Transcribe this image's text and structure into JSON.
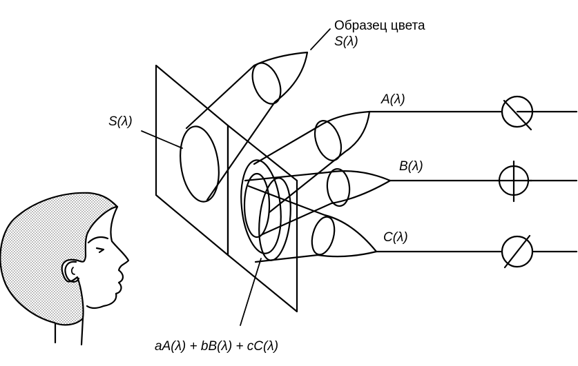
{
  "labels": {
    "sample_title": "Образец цвета",
    "sample_func": "S(λ)",
    "screen_func": "S(λ)",
    "primary_a": "A(λ)",
    "primary_b": "B(λ)",
    "primary_c": "C(λ)",
    "mixture": "aA(λ) + bB(λ) + cC(λ)"
  },
  "icons": {
    "observer": "observer-head-icon",
    "knob_a": "dial-knob-icon",
    "knob_b": "dial-knob-icon",
    "knob_c": "dial-knob-icon"
  },
  "colors": {
    "ink": "#000000",
    "hair_dots": "#9a9a9a",
    "background": "#ffffff"
  }
}
